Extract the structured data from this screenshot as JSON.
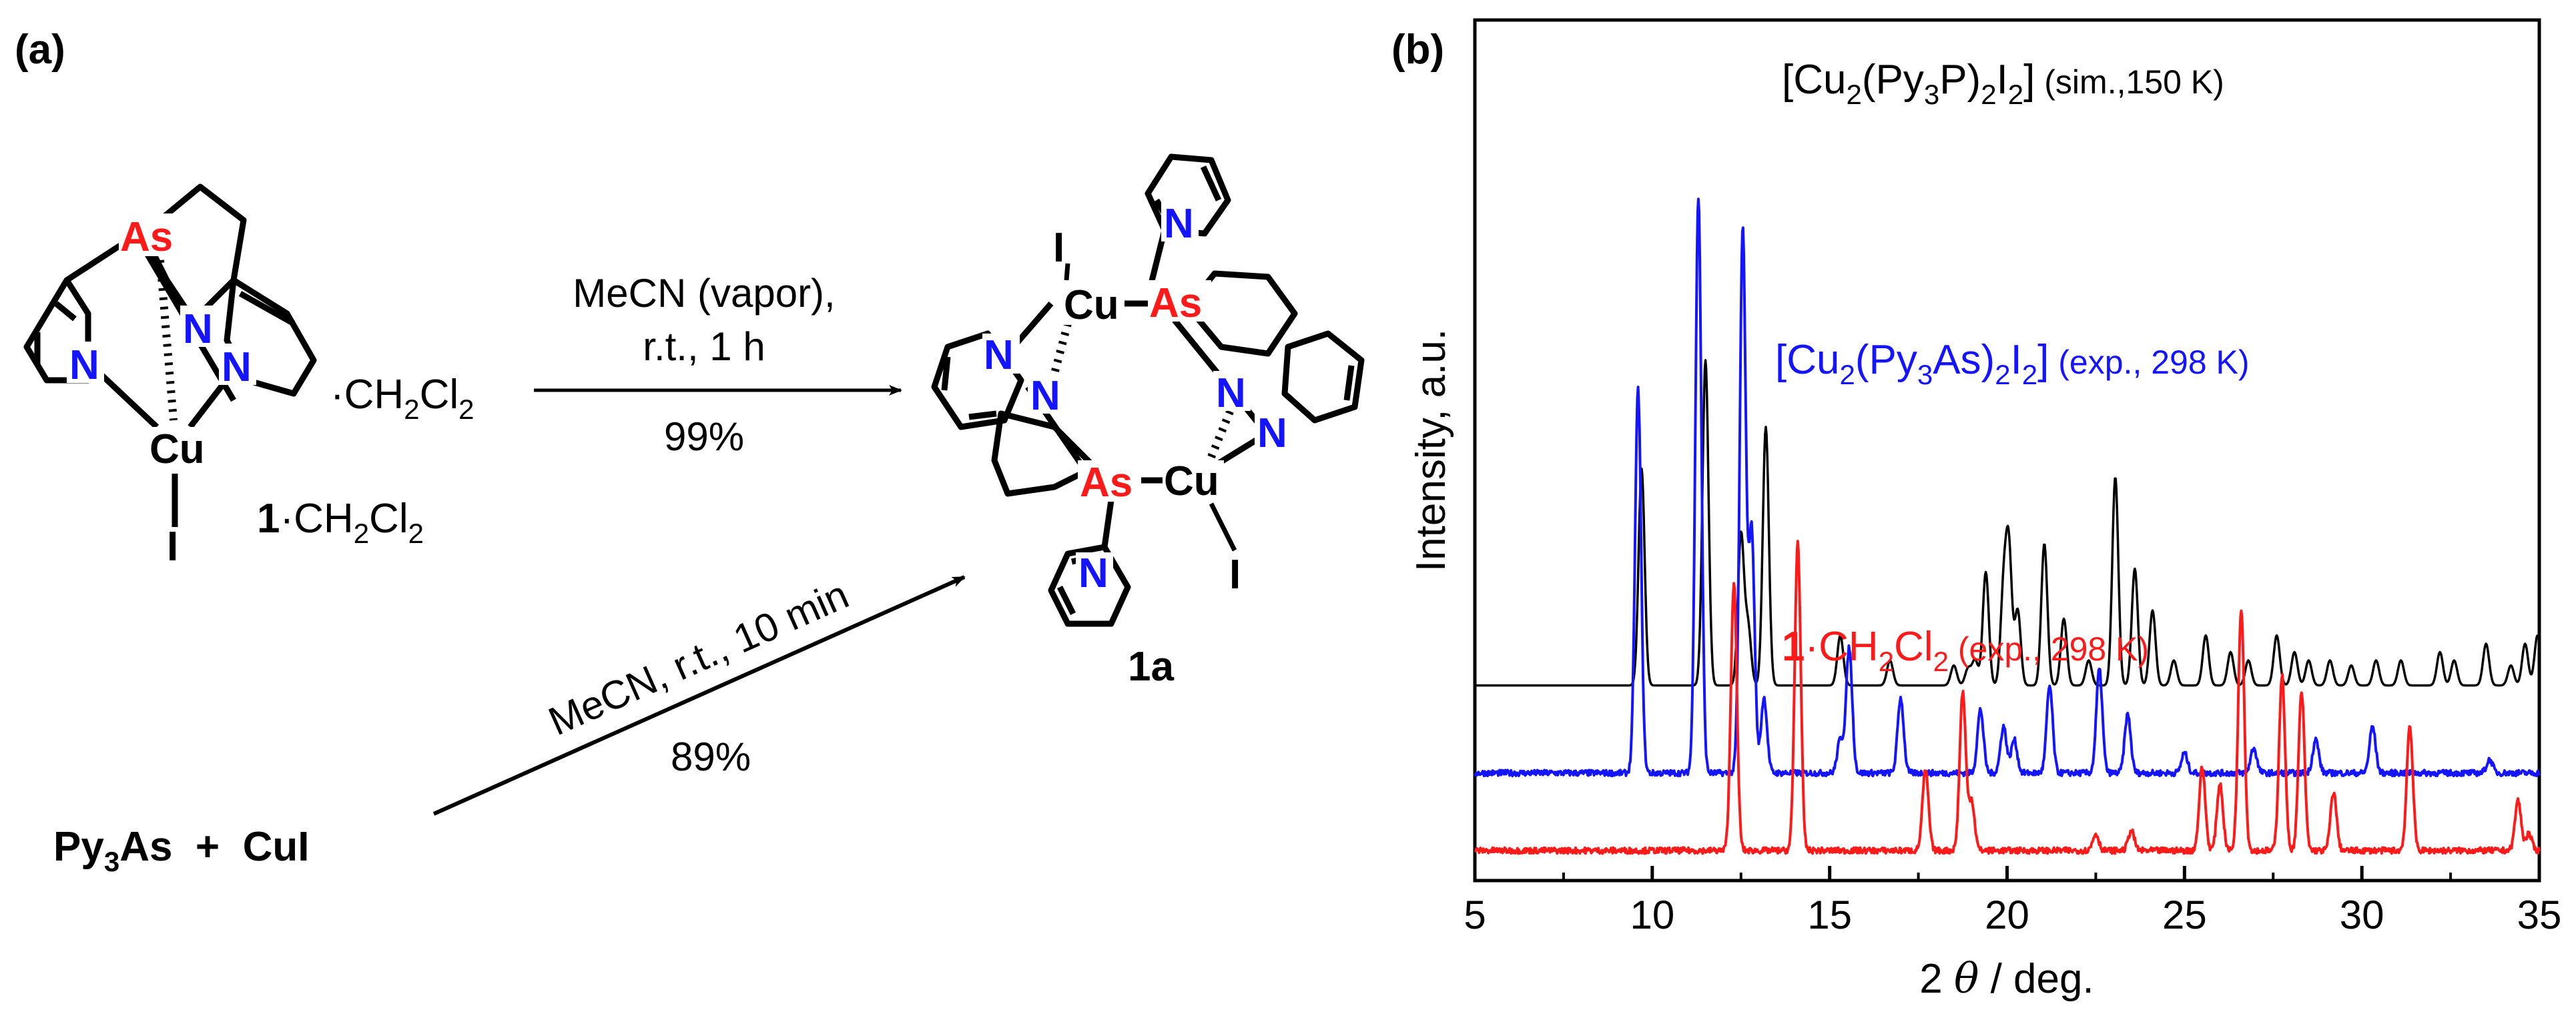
{
  "panel_a": {
    "label": "(a)",
    "compound1": {
      "atoms": {
        "As": "As",
        "Cu": "Cu",
        "I": "I",
        "N1": "N",
        "N2": "N",
        "N3": "N"
      },
      "solvate": "·CH",
      "solvate_parts": [
        "·CH",
        "2",
        "Cl",
        "2"
      ],
      "label_parts": [
        "1",
        "·CH",
        "2",
        "Cl",
        "2"
      ]
    },
    "arrow1": {
      "line1": "MeCN (vapor),",
      "line2": "r.t., 1 h",
      "yield": "99%"
    },
    "arrow2": {
      "label": "MeCN, r.t., 10 min",
      "yield": "89%"
    },
    "reactants": {
      "part1": "Py",
      "sub": "3",
      "part2": "As  +  CuI"
    },
    "product": {
      "label": "1a",
      "atoms": {
        "As": "As",
        "Cu": "Cu",
        "I": "I",
        "N": "N"
      }
    }
  },
  "panel_b": {
    "label": "(b)",
    "colors": {
      "black": "#000000",
      "blue": "#1414ff",
      "red": "#ff1a1a"
    },
    "chart_data": {
      "type": "line",
      "xlabel_parts": [
        "2 ",
        "θ",
        " / deg."
      ],
      "ylabel": "Intensity, a.u.",
      "xlim": [
        5,
        35
      ],
      "xticks": [
        "5",
        "10",
        "15",
        "20",
        "25",
        "30",
        "35"
      ],
      "grid": false,
      "series": [
        {
          "name_parts": [
            "[Cu",
            "2",
            "(Py",
            "3",
            "P)",
            "2",
            "I",
            "2",
            "]",
            " (sim.,150 K)"
          ],
          "color": "#000000",
          "baseline": 0.99,
          "peaks": [
            [
              9.7,
              1.3
            ],
            [
              11.5,
              1.95
            ],
            [
              12.5,
              0.9
            ],
            [
              12.7,
              0.35
            ],
            [
              13.2,
              1.55
            ],
            [
              15.3,
              0.3
            ],
            [
              16.7,
              0.15
            ],
            [
              18.5,
              0.12
            ],
            [
              18.9,
              0.1
            ],
            [
              19.1,
              0.15
            ],
            [
              19.4,
              0.68
            ],
            [
              19.9,
              0.55
            ],
            [
              20.05,
              0.8
            ],
            [
              20.3,
              0.45
            ],
            [
              21.05,
              0.85
            ],
            [
              21.6,
              0.4
            ],
            [
              22.3,
              0.15
            ],
            [
              23.05,
              1.25
            ],
            [
              23.6,
              0.7
            ],
            [
              24.1,
              0.45
            ],
            [
              24.7,
              0.15
            ],
            [
              25.6,
              0.3
            ],
            [
              26.3,
              0.2
            ],
            [
              26.8,
              0.15
            ],
            [
              27.6,
              0.3
            ],
            [
              28.1,
              0.2
            ],
            [
              28.5,
              0.15
            ],
            [
              29.1,
              0.15
            ],
            [
              29.7,
              0.12
            ],
            [
              30.4,
              0.15
            ],
            [
              31.1,
              0.15
            ],
            [
              32.2,
              0.2
            ],
            [
              32.6,
              0.15
            ],
            [
              33.5,
              0.25
            ],
            [
              34.2,
              0.12
            ],
            [
              34.6,
              0.25
            ],
            [
              34.95,
              0.3
            ]
          ]
        },
        {
          "name_parts": [
            "[Cu",
            "2",
            "(Py",
            "3",
            "As)",
            "2",
            "I",
            "2",
            "]",
            " (exp., 298 K)"
          ],
          "color": "#1414ff",
          "baseline": 0.465,
          "peaks": [
            [
              9.6,
              2.3
            ],
            [
              11.3,
              3.45
            ],
            [
              12.55,
              3.25
            ],
            [
              12.8,
              1.45
            ],
            [
              13.15,
              0.45
            ],
            [
              15.3,
              0.2
            ],
            [
              15.55,
              0.75
            ],
            [
              17.0,
              0.45
            ],
            [
              19.25,
              0.38
            ],
            [
              19.9,
              0.28
            ],
            [
              20.2,
              0.2
            ],
            [
              21.2,
              0.52
            ],
            [
              22.6,
              0.62
            ],
            [
              23.4,
              0.35
            ],
            [
              25.0,
              0.12
            ],
            [
              26.95,
              0.15
            ],
            [
              28.7,
              0.2
            ],
            [
              30.3,
              0.28
            ],
            [
              33.6,
              0.08
            ]
          ]
        },
        {
          "name_parts": [
            "1",
            "·CH",
            "2",
            "Cl",
            "2",
            " (exp., 298 K)"
          ],
          "color": "#ff1a1a",
          "baseline": 0.0,
          "peaks": [
            [
              12.3,
              1.6
            ],
            [
              14.1,
              1.85
            ],
            [
              17.7,
              0.48
            ],
            [
              18.75,
              0.95
            ],
            [
              19.0,
              0.3
            ],
            [
              22.5,
              0.1
            ],
            [
              23.5,
              0.12
            ],
            [
              25.5,
              0.5
            ],
            [
              26.0,
              0.4
            ],
            [
              26.6,
              1.45
            ],
            [
              27.75,
              1.05
            ],
            [
              28.3,
              0.95
            ],
            [
              29.2,
              0.35
            ],
            [
              31.35,
              0.75
            ],
            [
              34.4,
              0.3
            ],
            [
              34.7,
              0.1
            ]
          ]
        }
      ]
    }
  }
}
